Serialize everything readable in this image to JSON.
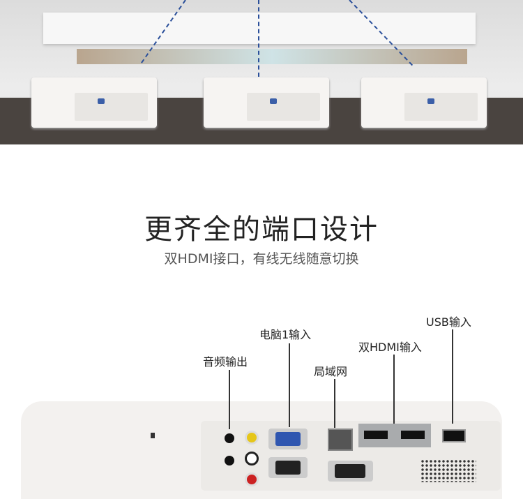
{
  "heading": {
    "title": "更齐全的端口设计",
    "subtitle": "双HDMI接口，有线无线随意切换"
  },
  "callouts": {
    "audio_out": "音频输出",
    "pc1_in": "电脑1输入",
    "lan": "局域网",
    "dual_hdmi": "双HDMI输入",
    "usb_in": "USB输入"
  },
  "colors": {
    "vga_blue": "#2f56b0",
    "floor": "#4a4440",
    "dash": "#2a4f9a"
  }
}
